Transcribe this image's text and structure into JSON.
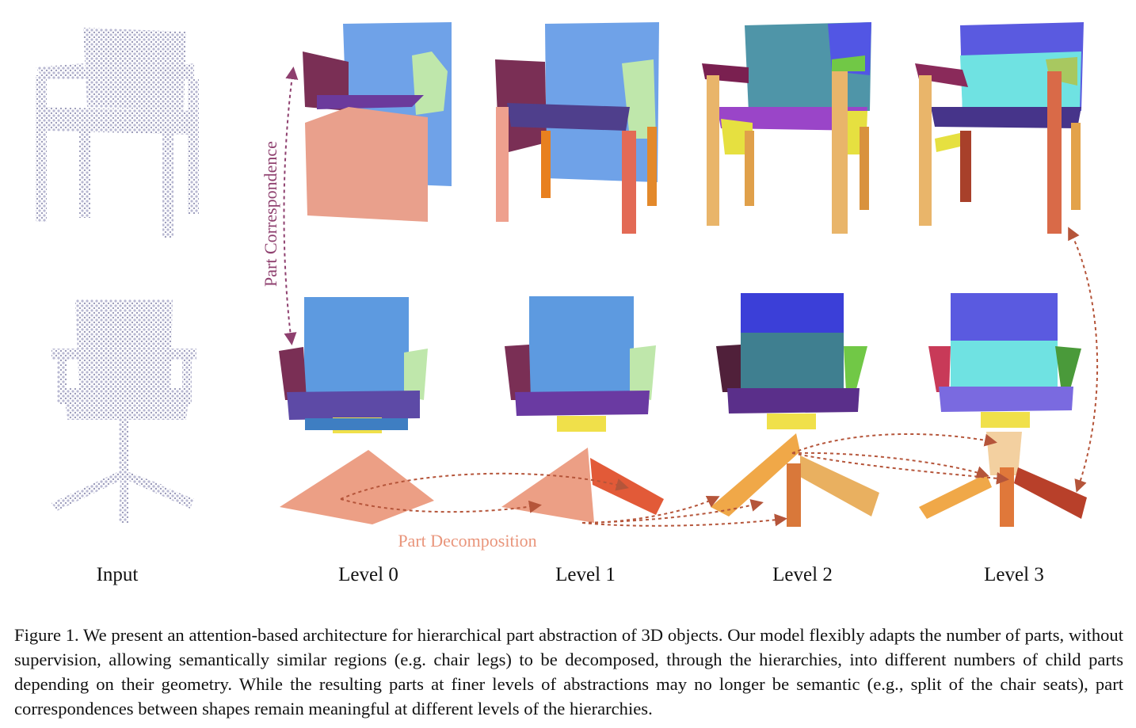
{
  "figure": {
    "column_labels": [
      "Input",
      "Level 0",
      "Level 1",
      "Level 2",
      "Level 3"
    ],
    "annotations": {
      "vertical": "Part Correspondence",
      "horizontal": "Part Decomposition"
    },
    "caption": "Figure 1. We present an attention-based architecture for hierarchical part abstraction of 3D objects. Our model flexibly adapts the number of parts, without supervision, allowing semantically similar regions (e.g. chair legs) to be decomposed, through the hierarchies, into different numbers of child parts depending on their geometry. While the resulting parts at finer levels of abstractions may no longer be semantic (e.g., split of the chair seats), part correspondences between shapes remain meaningful at different levels of the hierarchies.",
    "colors": {
      "correspondence": "#8e3f6e",
      "decomposition": "#e9957b",
      "arrow": "#b5553a"
    }
  }
}
